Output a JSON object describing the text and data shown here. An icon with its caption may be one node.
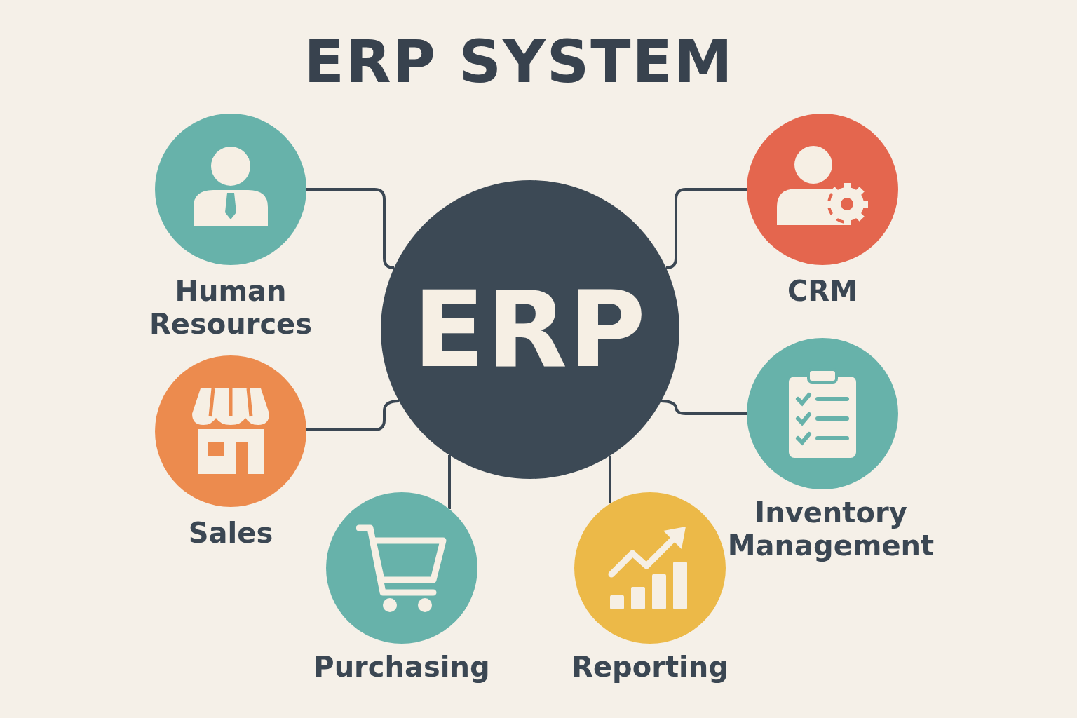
{
  "diagram": {
    "title": "ERP SYSTEM",
    "nodes": [
      {
        "text": [
          "Human Resources"
        ]
      },
      {
        "text": [
          "CRM"
        ]
      },
      {
        "text": [
          "ERP"
        ]
      },
      {
        "text": [
          "Sales"
        ]
      },
      {
        "text": [
          "Inventory Management"
        ]
      },
      {
        "text": [
          "Purchasing"
        ]
      },
      {
        "text": [
          "Reporting"
        ]
      }
    ],
    "edges": [
      {
        "from": 0,
        "to": 2,
        "arrow": "none"
      },
      {
        "from": 1,
        "to": 2,
        "arrow": "none"
      },
      {
        "from": 3,
        "to": 2,
        "arrow": "none"
      },
      {
        "from": 4,
        "to": 2,
        "arrow": "none"
      },
      {
        "from": 5,
        "to": 2,
        "arrow": "none"
      },
      {
        "from": 6,
        "to": 2,
        "arrow": "none"
      }
    ]
  }
}
